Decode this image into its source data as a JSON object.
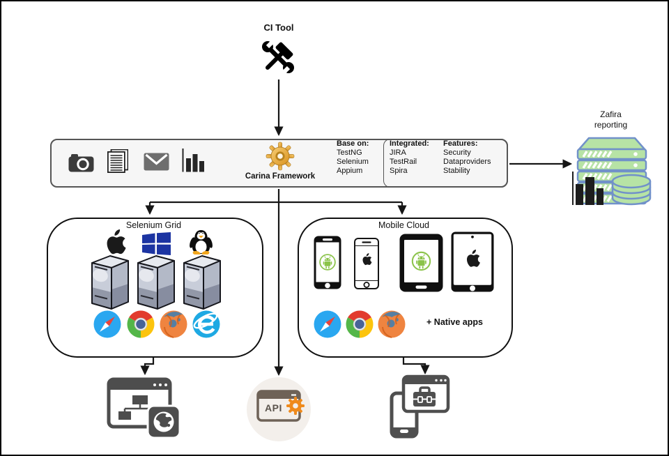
{
  "ci_tool": {
    "label": "CI Tool"
  },
  "carina": {
    "label": "Carina Framework",
    "columns": [
      {
        "title": "Base on:",
        "items": [
          "TestNG",
          "Selenium",
          "Appium"
        ]
      },
      {
        "title": "Integrated:",
        "items": [
          "JIRA",
          "TestRail",
          "Spira"
        ]
      },
      {
        "title": "Features:",
        "items": [
          "Security",
          "Dataproviders",
          "Stability"
        ]
      }
    ]
  },
  "zafira": {
    "line1": "Zafira",
    "line2": "reporting"
  },
  "selenium_grid": {
    "title": "Selenium Grid"
  },
  "mobile_cloud": {
    "title": "Mobile Cloud",
    "native_apps": "+ Native apps"
  },
  "api": {
    "label": "API"
  },
  "icons": [
    "hammer-wrench",
    "camera",
    "documents",
    "mail",
    "bar-chart",
    "gold-gear",
    "zafira-server-stack",
    "database",
    "apple",
    "windows",
    "linux",
    "server-tower",
    "safari",
    "chrome",
    "firefox",
    "internet-explorer",
    "android-phone",
    "iphone",
    "android-tablet",
    "ipad",
    "web-testing-window",
    "sitemap",
    "globe",
    "api-window",
    "orange-gear",
    "mobile-testing-phone",
    "briefcase"
  ],
  "colors": {
    "android_green": "#8bc34a",
    "windows_blue": "#1c34a2",
    "carina_gear_gold": "#edaa3f",
    "api_gear_orange": "#ef8a1c",
    "zafira_fill_green": "#b7e3a5",
    "zafira_outline_blue": "#7191c9",
    "dark_icon_gray": "#4d4d4d",
    "api_circle_bg": "#f3efeb"
  }
}
